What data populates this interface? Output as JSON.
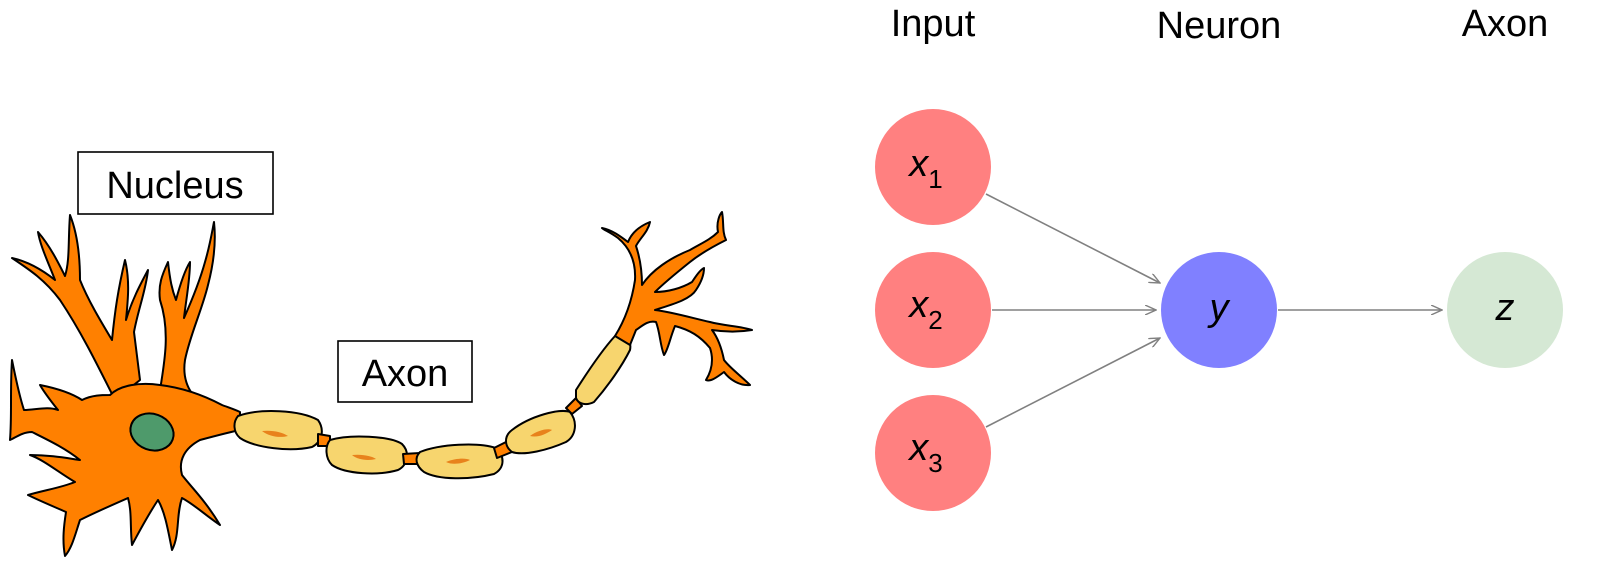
{
  "biological": {
    "nucleus_label": "Nucleus",
    "axon_label": "Axon",
    "colors": {
      "body": "#FF8000",
      "nucleus": "#4E9A6B",
      "myelin": "#F7D56E",
      "node_mark": "#E8821C",
      "outline": "#000000"
    }
  },
  "network": {
    "headers": {
      "input": "Input",
      "neuron": "Neuron",
      "axon": "Axon"
    },
    "nodes": {
      "x1": {
        "letter": "x",
        "sub": "1",
        "color": "#FF8080"
      },
      "x2": {
        "letter": "x",
        "sub": "2",
        "color": "#FF8080"
      },
      "x3": {
        "letter": "x",
        "sub": "3",
        "color": "#FF8080"
      },
      "y": {
        "letter": "y",
        "color": "#8080FF"
      },
      "z": {
        "letter": "z",
        "color": "#D5E8D4"
      }
    },
    "edge_color": "#808080"
  }
}
